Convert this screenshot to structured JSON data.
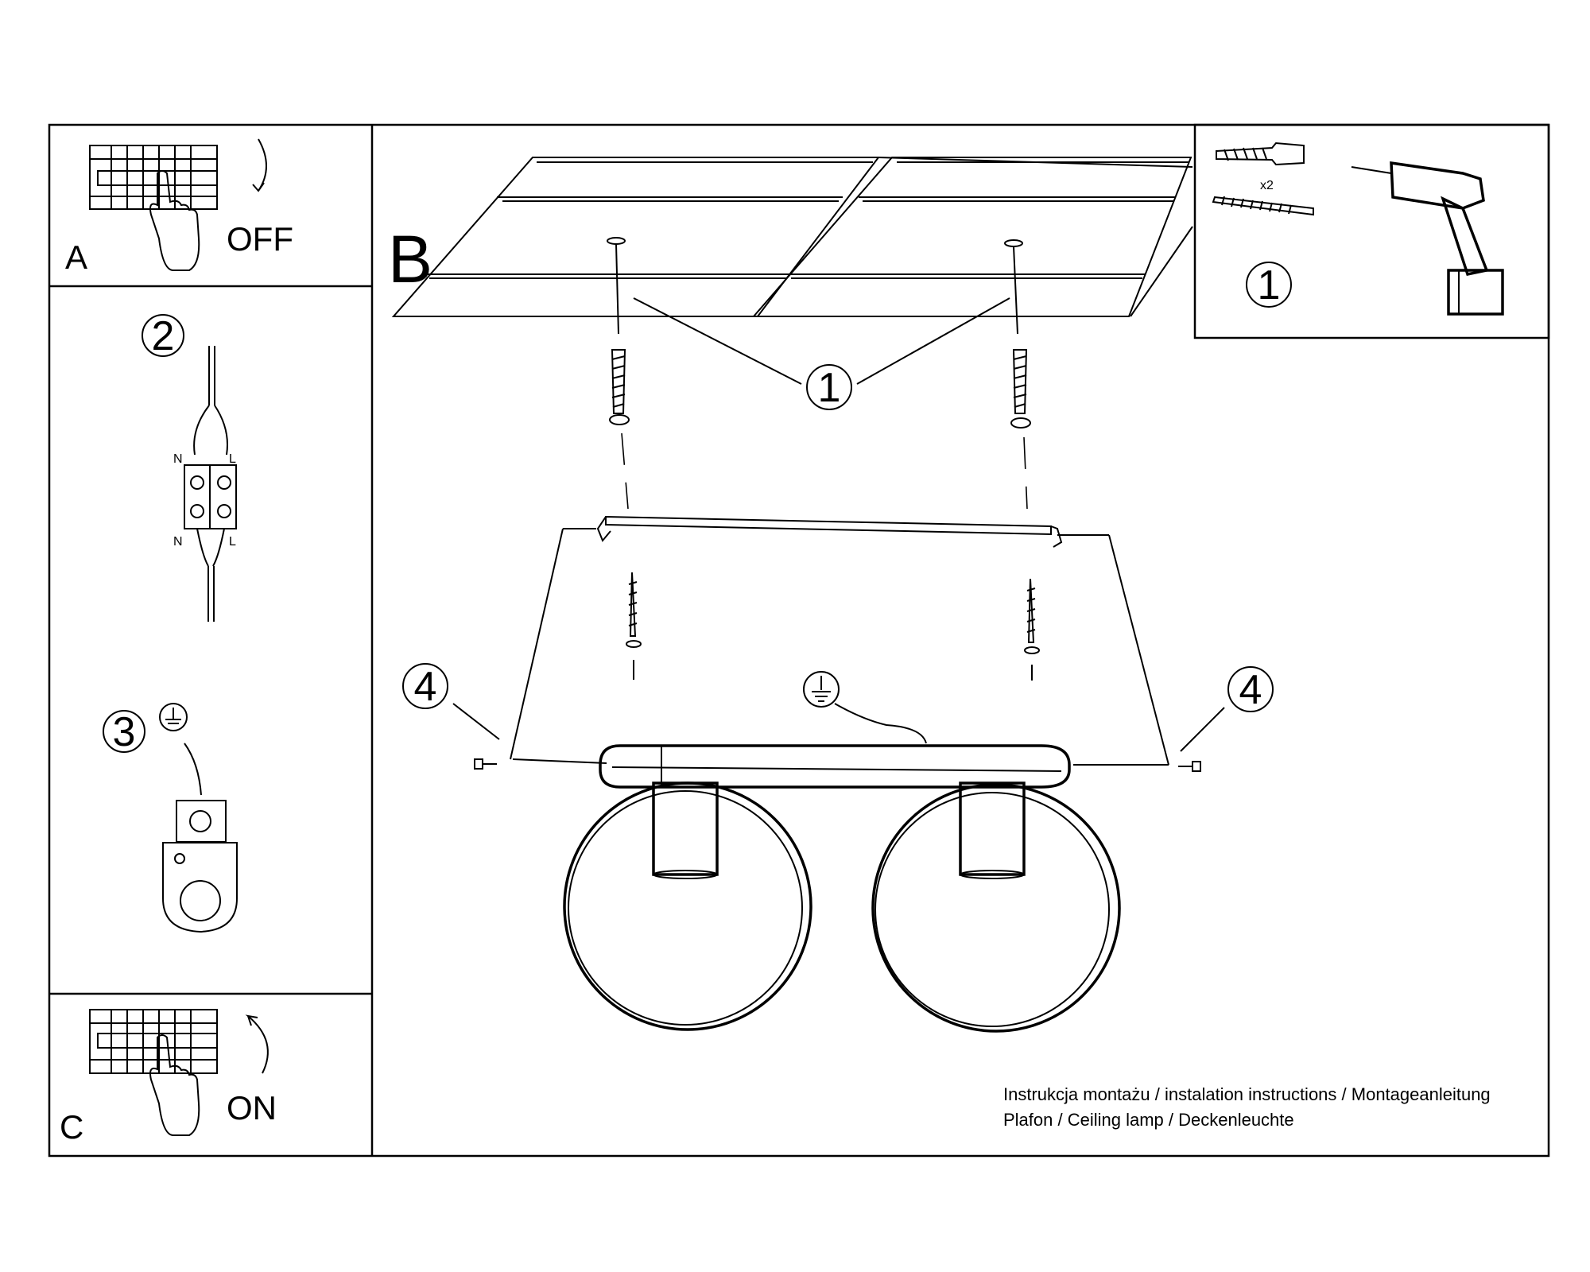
{
  "steps": {
    "a": {
      "letter": "A",
      "action": "OFF"
    },
    "b": {
      "letter": "B"
    },
    "c": {
      "letter": "C",
      "action": "ON"
    }
  },
  "callouts": {
    "wiring": "2",
    "ground": "3",
    "mounting": "1",
    "side_screw": "4"
  },
  "wiring_labels": {
    "neutral": "N",
    "live": "L"
  },
  "kit": {
    "quantity": "x2",
    "ref": "1"
  },
  "footer": {
    "line1": "Instrukcja montażu / instalation instructions / Montageanleitung",
    "line2": "Plafon / Ceiling lamp / Deckenleuchte"
  },
  "colors": {
    "ink": "#000000",
    "paper": "#ffffff"
  }
}
